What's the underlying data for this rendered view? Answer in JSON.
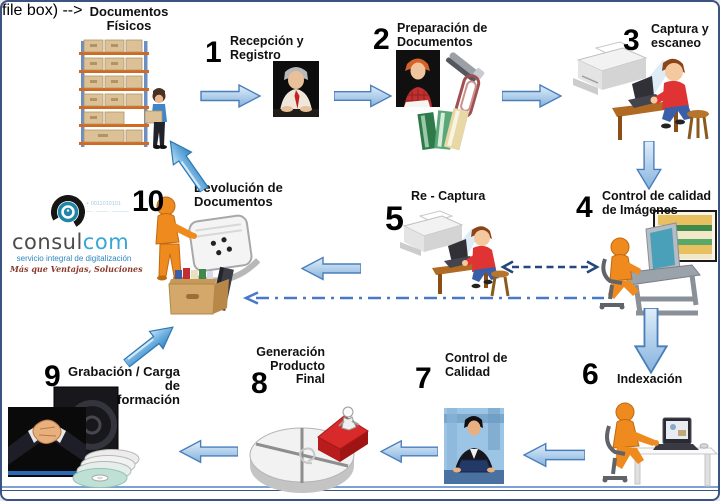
{
  "frame": {
    "background": "#ffffff",
    "border_color": "#3a5383",
    "bottom_line_color": "#7aa2d4"
  },
  "logo": {
    "brand_gray": "consul",
    "brand_blue": "com",
    "subtitle": "servicio integral de digitalización",
    "slogan": "Más que Ventajas, Soluciones",
    "digits_decoration": "+ 0011010101",
    "colors": {
      "brand_gray": "#4b4b4b",
      "brand_blue": "#35a8d8",
      "subtitle": "#2e86c1",
      "slogan": "#8a3a2a",
      "icon_teal": "#1f86a8"
    }
  },
  "physical_documents": {
    "line1": "Documentos",
    "line2": "Físicos"
  },
  "steps": {
    "s1": {
      "num": "1",
      "line1": "Recepción y",
      "line2": "Registro"
    },
    "s2": {
      "num": "2",
      "line1": "Preparación de",
      "line2": "Documentos"
    },
    "s3": {
      "num": "3",
      "line1": "Captura y",
      "line2": "escaneo"
    },
    "s4": {
      "num": "4",
      "line1": "Control de calidad",
      "line2": "de Imágenes"
    },
    "s5": {
      "num": "5",
      "label": "Re - Captura"
    },
    "s6": {
      "num": "6",
      "label": "Indexación"
    },
    "s7": {
      "num": "7",
      "line1": "Control de",
      "line2": "Calidad"
    },
    "s8": {
      "num": "8",
      "line1": "Generación",
      "line2": "Producto",
      "line3": "Final"
    },
    "s9": {
      "num": "9",
      "line1": "Grabación / Carga",
      "line2": "de",
      "line3": "Información"
    },
    "s10": {
      "num": "10",
      "line1": "Devolución de",
      "line2": "Documentos"
    }
  },
  "arrow_colors": {
    "fill_top": "#e0eef9",
    "fill_bottom": "#86b2de",
    "stroke": "#4a7ebb",
    "glossy_top": "#c4e6fa",
    "glossy_bottom": "#3786c2",
    "dashed_connector": "#24477c",
    "dashdot_connector": "#4a78c8"
  }
}
